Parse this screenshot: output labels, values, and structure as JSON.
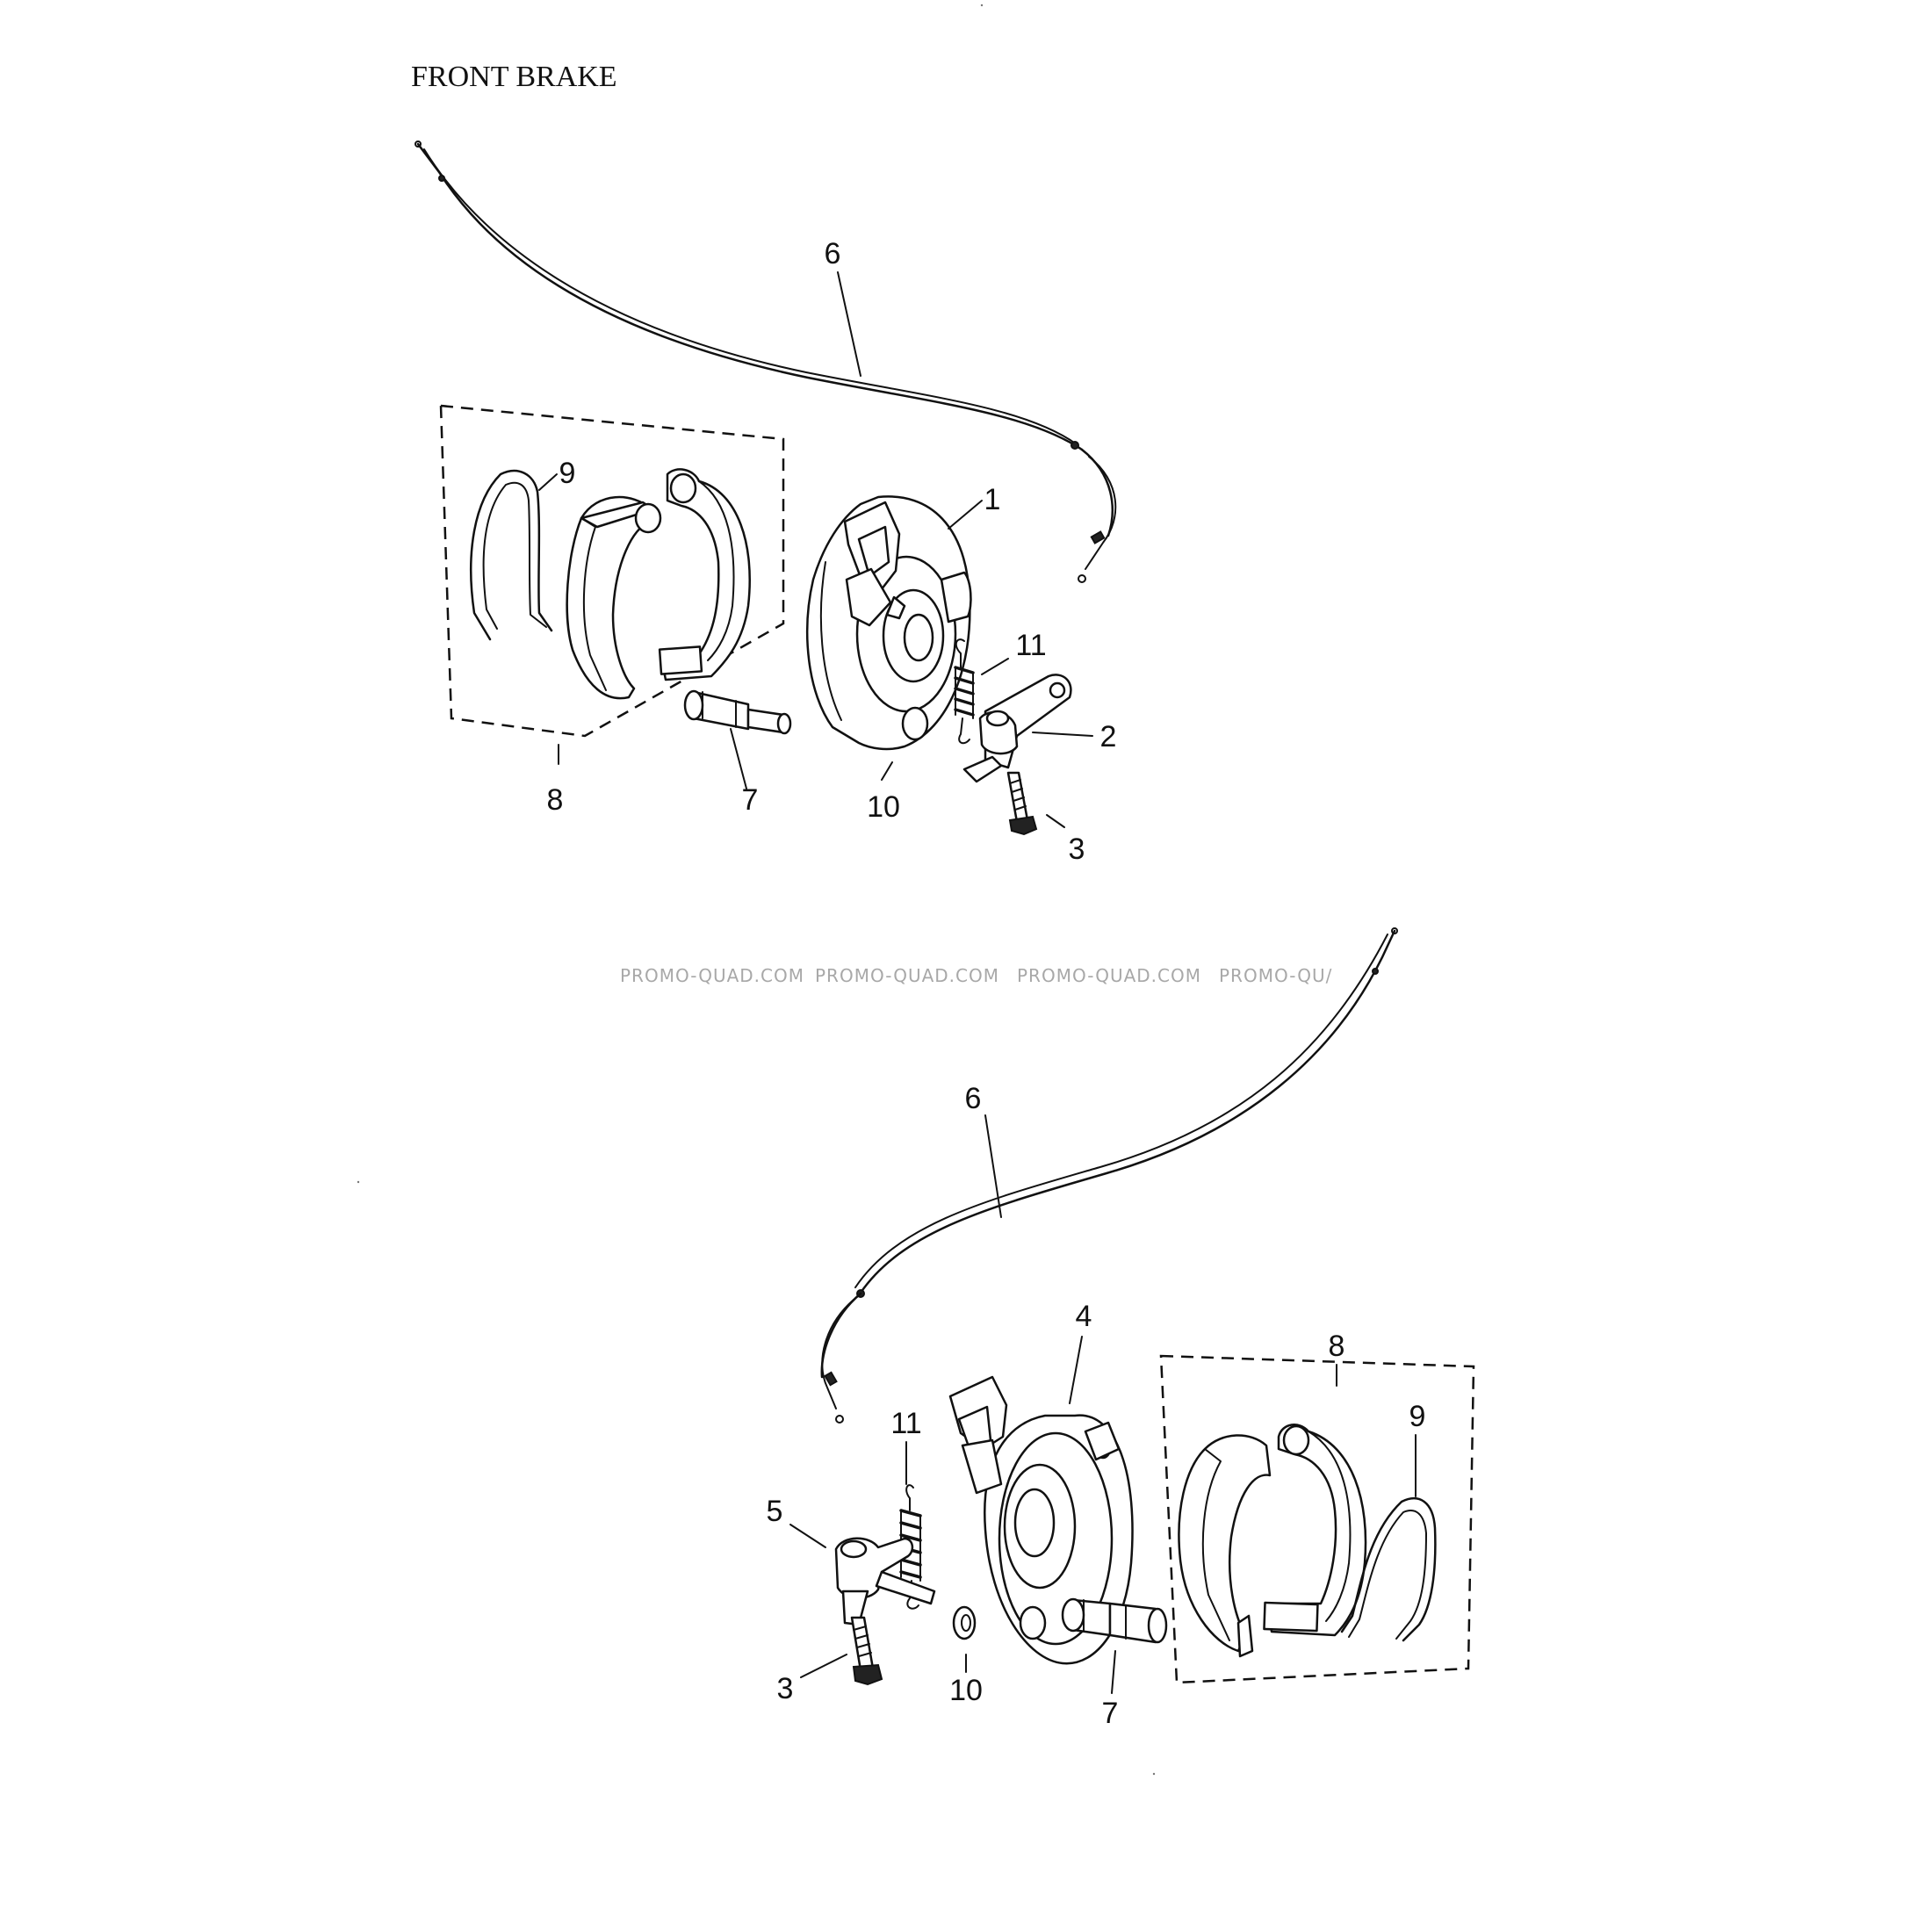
{
  "title": "FRONT BRAKE",
  "watermarks": [
    "PROMO-QUAD.COM",
    "PROMO-QUAD.COM",
    "PROMO-QUAD.COM",
    "PROMO-QU/"
  ],
  "assemblies": {
    "upper": {
      "callouts": {
        "c1": "1",
        "c2": "2",
        "c3": "3",
        "c6": "6",
        "c7": "7",
        "c8": "8",
        "c9": "9",
        "c10": "10",
        "c11": "11"
      }
    },
    "lower": {
      "callouts": {
        "c3": "3",
        "c4": "4",
        "c5": "5",
        "c6": "6",
        "c7": "7",
        "c8": "8",
        "c9": "9",
        "c10": "10",
        "c11": "11"
      }
    }
  }
}
